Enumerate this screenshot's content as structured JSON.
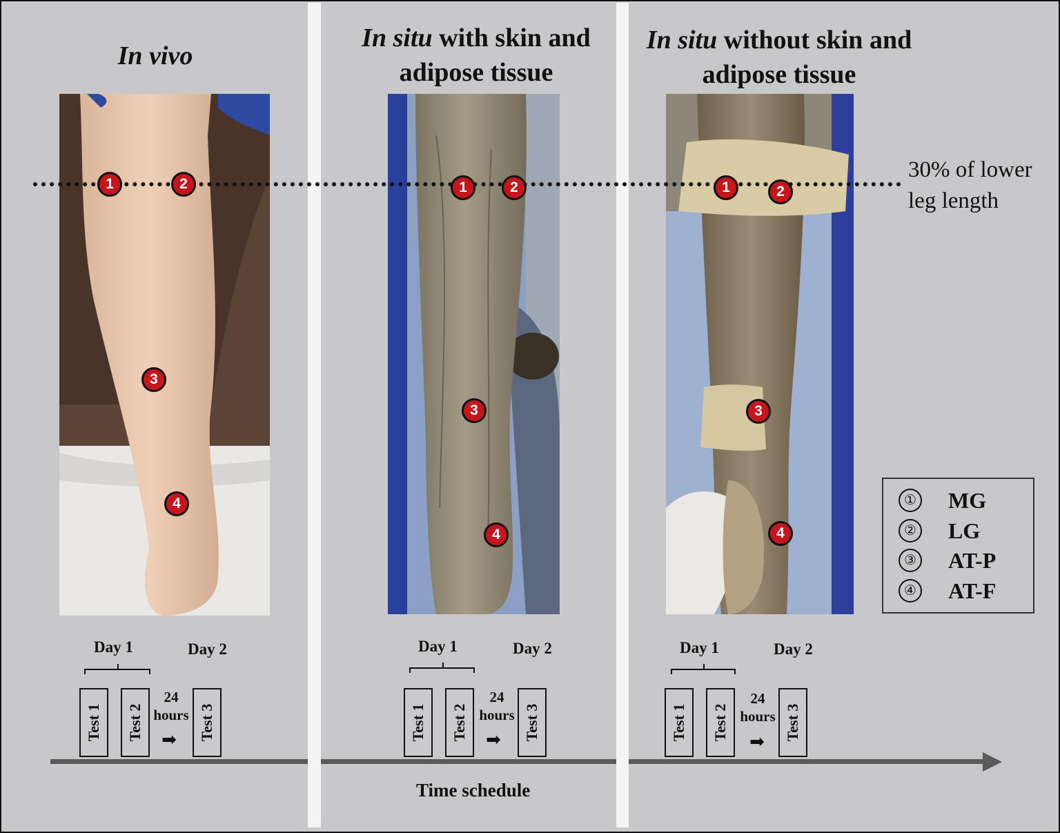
{
  "panels": [
    {
      "title_italic": "In vivo",
      "title_rest": "",
      "title_line2": "",
      "markers": [
        "1",
        "2",
        "3",
        "4"
      ],
      "day1": "Day 1",
      "day2": "Day 2",
      "tests": [
        "Test 1",
        "Test 2",
        "Test 3"
      ],
      "gap_value": "24",
      "gap_unit": "hours"
    },
    {
      "title_italic": "In situ",
      "title_rest": " with skin and",
      "title_line2": "adipose tissue",
      "markers": [
        "1",
        "2",
        "3",
        "4"
      ],
      "day1": "Day 1",
      "day2": "Day 2",
      "tests": [
        "Test 1",
        "Test 2",
        "Test 3"
      ],
      "gap_value": "24",
      "gap_unit": "hours"
    },
    {
      "title_italic": "In situ",
      "title_rest": " without skin and",
      "title_line2": "adipose tissue",
      "markers": [
        "1",
        "2",
        "3",
        "4"
      ],
      "day1": "Day 1",
      "day2": "Day 2",
      "tests": [
        "Test 1",
        "Test 2",
        "Test 3"
      ],
      "gap_value": "24",
      "gap_unit": "hours"
    }
  ],
  "reference_line": {
    "label_line1": "30% of lower",
    "label_line2": "leg length"
  },
  "legend": [
    {
      "num": "①",
      "label": "MG"
    },
    {
      "num": "②",
      "label": "LG"
    },
    {
      "num": "③",
      "label": "AT-P"
    },
    {
      "num": "④",
      "label": "AT-F"
    }
  ],
  "timeline_label": "Time schedule",
  "colors": {
    "marker": "#c4161c",
    "background": "#c9c9cb",
    "separator": "#f4f4f4"
  }
}
